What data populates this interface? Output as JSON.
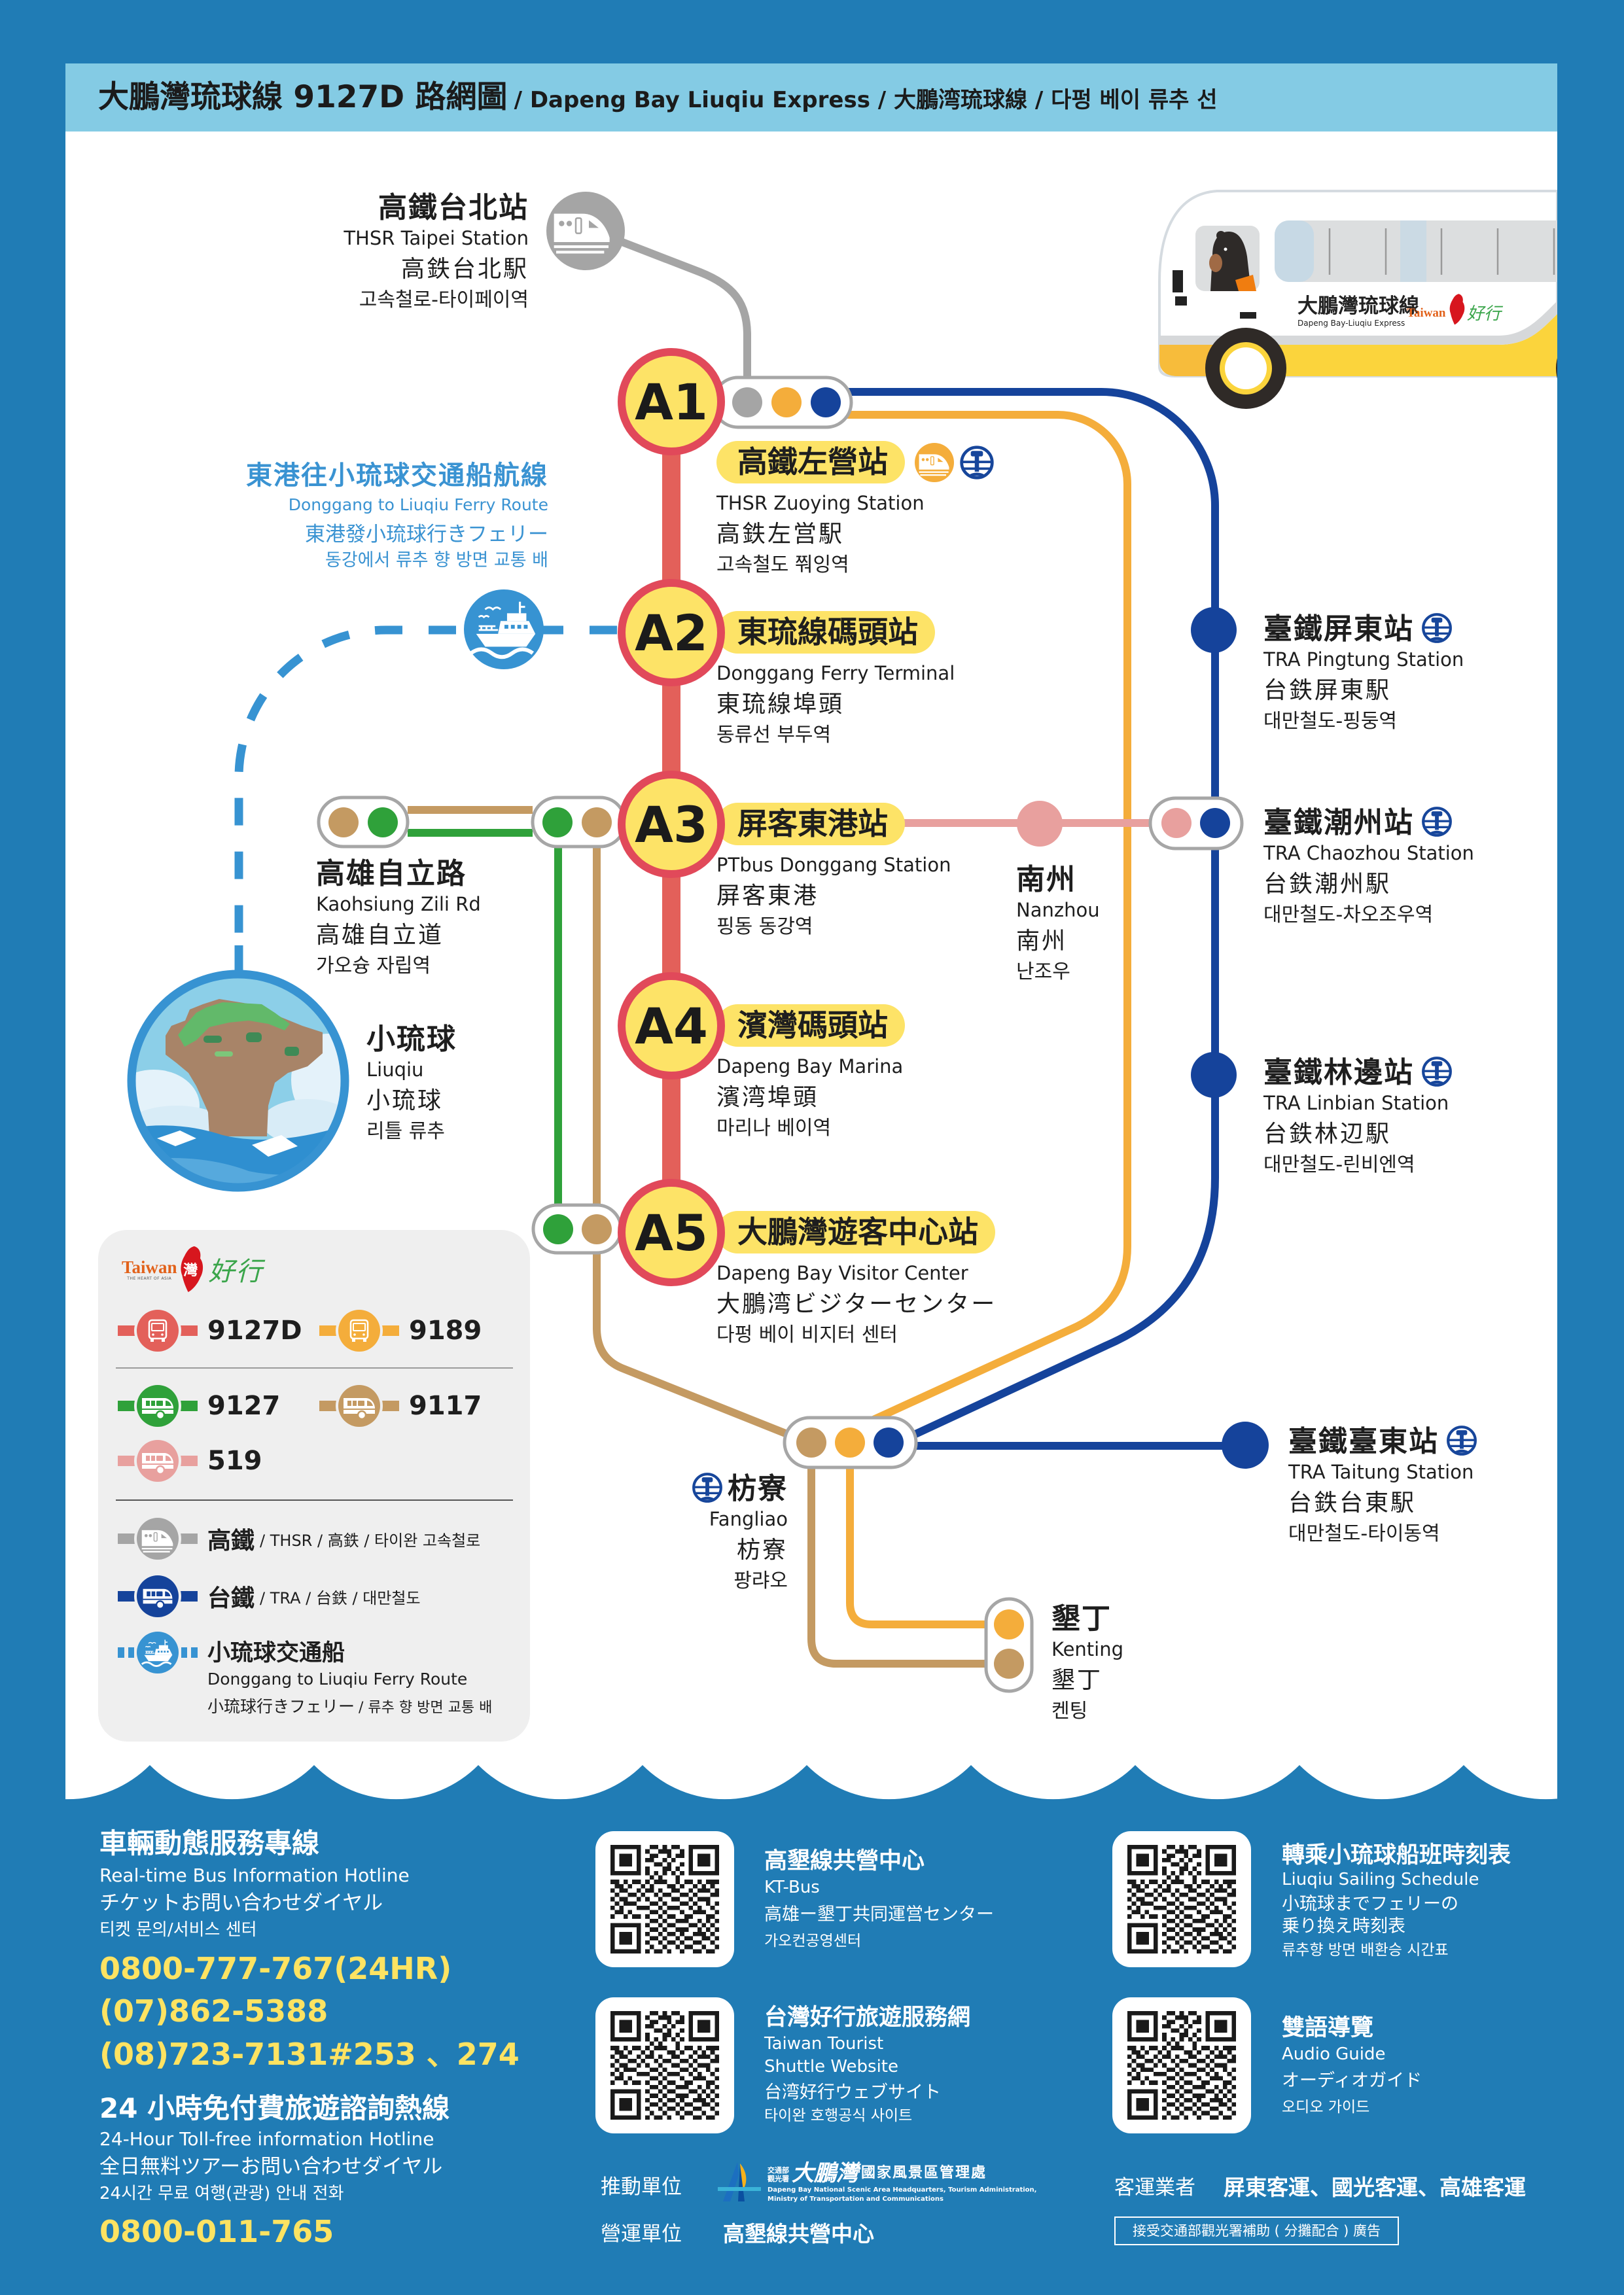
{
  "header": {
    "title_main": "大鵬灣琉球線 9127D 路網圖",
    "title_sub": "/ Dapeng Bay Liuqiu Express / 大鵬湾琉球線 / 다펑 베이 류추 선"
  },
  "bus_illustration": {
    "name_zh": "大鵬灣琉球線",
    "name_en": "Dapeng Bay-Liuqiu Express",
    "logo_en": "Taiwan",
    "logo_mark": "灣",
    "logo_zh": "好行"
  },
  "colors": {
    "background": "#207cb5",
    "header_band": "#84cbe4",
    "route_9127D": "#e3605a",
    "route_9127D_border": "#e1495a",
    "stop_fill": "#fde367",
    "route_9189": "#f4ad3b",
    "route_9127": "#2fa13a",
    "route_9117": "#c49a62",
    "route_519": "#e8a09e",
    "thsr": "#a5a5a5",
    "tra": "#15439b",
    "ferry": "#3793d2",
    "hotline_number": "#fde362",
    "legend_bg": "#efefef"
  },
  "thsr_taipei": {
    "zh": "高鐵台北站",
    "en": "THSR Taipei Station",
    "ja": "高鉄台北駅",
    "ko": "고속철로-타이페이역"
  },
  "ferry_route": {
    "zh": "東港往小琉球交通船航線",
    "en": "Donggang to Liuqiu Ferry Route",
    "ja": "東港發小琉球行きフェリー",
    "ko": "동강에서 류추 향 방면 교통 배"
  },
  "stops": [
    {
      "code": "A1",
      "zh": "高鐵左營站",
      "en": "THSR Zuoying Station",
      "ja": "高鉄左営駅",
      "ko": "고속철도 쭤잉역",
      "transfer_icons": [
        "thsr-icon",
        "tra-icon"
      ]
    },
    {
      "code": "A2",
      "zh": "東琉線碼頭站",
      "en": "Donggang Ferry Terminal",
      "ja": "東琉線埠頭",
      "ko": "동류선 부두역"
    },
    {
      "code": "A3",
      "zh": "屏客東港站",
      "en": "PTbus Donggang Station",
      "ja": "屏客東港",
      "ko": "핑동 동강역"
    },
    {
      "code": "A4",
      "zh": "濱灣碼頭站",
      "en": "Dapeng Bay Marina",
      "ja": "濱湾埠頭",
      "ko": "마리나 베이역"
    },
    {
      "code": "A5",
      "zh": "大鵬灣遊客中心站",
      "en": "Dapeng Bay Visitor Center",
      "ja": "大鵬湾ビジターセンター",
      "ko": "다펑 베이 비지터 센터"
    }
  ],
  "kaohsiung_zili": {
    "zh": "高雄自立路",
    "en": "Kaohsiung Zili Rd",
    "ja": "高雄自立道",
    "ko": "가오슝 자립역"
  },
  "liuqiu": {
    "zh": "小琉球",
    "en": "Liuqiu",
    "ja": "小琉球",
    "ko": "리틀 류추"
  },
  "nanzhou": {
    "zh": "南州",
    "en": "Nanzhou",
    "ja": "南州",
    "ko": "난조우"
  },
  "tra_stations": [
    {
      "zh": "臺鐵屏東站",
      "en": "TRA Pingtung Station",
      "ja": "台鉄屏東駅",
      "ko": "대만철도-핑둥역"
    },
    {
      "zh": "臺鐵潮州站",
      "en": "TRA Chaozhou Station",
      "ja": "台鉄潮州駅",
      "ko": "대만철도-차오조우역"
    },
    {
      "zh": "臺鐵林邊站",
      "en": "TRA Linbian Station",
      "ja": "台鉄林辺駅",
      "ko": "대만철도-린비엔역"
    },
    {
      "zh": "臺鐵臺東站",
      "en": "TRA Taitung Station",
      "ja": "台鉄台東駅",
      "ko": "대만철도-타이동역"
    }
  ],
  "fangliao": {
    "zh": "枋寮",
    "en": "Fangliao",
    "ja": "枋寮",
    "ko": "팡랴오"
  },
  "kenting": {
    "zh": "墾丁",
    "en": "Kenting",
    "ja": "墾丁",
    "ko": "켄팅"
  },
  "interchange_dots": {
    "A1": [
      "THSR",
      "9189",
      "TRA"
    ],
    "A3_west": [
      "9127",
      "9117"
    ],
    "kaohsiung_zili": [
      "9117",
      "9127"
    ],
    "A5_west": [
      "9127",
      "9117"
    ],
    "chaozhou": [
      "519",
      "TRA"
    ],
    "fangliao": [
      "9117",
      "9189",
      "TRA"
    ],
    "kenting": [
      "9189",
      "9117"
    ]
  },
  "legend": {
    "logo": {
      "en": "Taiwan",
      "tagline": "THE HEART OF ASIA",
      "mark": "灣",
      "zh": "好行"
    },
    "routes": [
      {
        "id": "9127D",
        "color": "#e3605a",
        "icon": "bus-front-icon"
      },
      {
        "id": "9189",
        "color": "#f4ad3b",
        "icon": "bus-front-icon"
      },
      {
        "id": "9127",
        "color": "#2fa13a",
        "icon": "bus-side-icon"
      },
      {
        "id": "9117",
        "color": "#c49a62",
        "icon": "bus-side-icon"
      },
      {
        "id": "519",
        "color": "#e8a09e",
        "icon": "bus-side-icon"
      }
    ],
    "modes": [
      {
        "name": "高鐵",
        "desc": "/ THSR / 高鉄 / 타이완 고속철로",
        "color": "#a5a5a5",
        "icon": "thsr-train-icon"
      },
      {
        "name": "台鐵",
        "desc": "/ TRA / 台鉄 / 대만철도",
        "color": "#15439b",
        "icon": "tra-train-icon"
      },
      {
        "name": "小琉球交通船",
        "en": "Donggang to Liuqiu Ferry Route",
        "ja": "小琉球行きフェリー",
        "ko": "/ 류추 향 방면 교통 배",
        "color": "#3793d2",
        "icon": "ferry-icon"
      }
    ]
  },
  "hotlines": {
    "bus": {
      "zh": "車輛動態服務專線",
      "en": "Real-time Bus Information Hotline",
      "ja": "チケットお問い合わせダイヤル",
      "ko": "티켓 문의/서비스 센터",
      "numbers": [
        "0800-777-767(24HR)",
        "(07)862-5388",
        "(08)723-7131#253 、274"
      ]
    },
    "tourism": {
      "zh": "24 小時免付費旅遊諮詢熱線",
      "en": "24-Hour Toll-free information Hotline",
      "ja": "全日無料ツアーお問い合わせダイヤル",
      "ko": "24시간 무료 여행(관광) 안내 전화",
      "number": "0800-011-765"
    }
  },
  "qr_links": [
    {
      "zh": "高墾線共營中心",
      "en": "KT-Bus",
      "ja": "高雄ー墾丁共同運営センター",
      "ko": "가오컨공영센터"
    },
    {
      "zh": "台灣好行旅遊服務網",
      "en": "Taiwan Tourist",
      "en2": "Shuttle Website",
      "ja": "台湾好行ウェブサイト",
      "ko": "타이완 호행공식 사이트"
    },
    {
      "zh": "轉乘小琉球船班時刻表",
      "en": "Liuqiu Sailing Schedule",
      "ja": "小琉球までフェリーの",
      "ja2": "乗り換え時刻表",
      "ko": "류추향 방면 배환승 시간표"
    },
    {
      "zh": "雙語導覽",
      "en": "Audio Guide",
      "ja": "オーディオガイド",
      "ko": "오디오 가이드"
    }
  ],
  "footer": {
    "promoter_label": "推動單位",
    "promoter_logo": {
      "ministry": "交通部",
      "agency": "觀光署",
      "brand": "大鵬灣",
      "org_zh": "國家風景區管理處",
      "org_en1": "Dapeng Bay National Scenic Area Headquarters, Tourism Administration,",
      "org_en2": "Ministry of Transportation and Communications"
    },
    "operator_label": "營運單位",
    "operator": "高墾線共營中心",
    "carriers_label": "客運業者",
    "carriers": "屏東客運、國光客運、高雄客運",
    "ad_notice": "接受交通部觀光署補助 ( 分攤配合 ) 廣告"
  }
}
